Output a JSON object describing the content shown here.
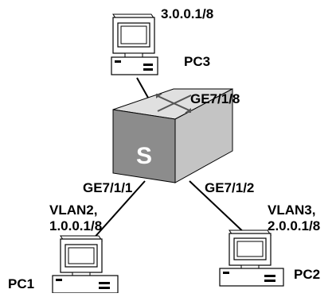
{
  "diagram": {
    "pc3": {
      "name": "PC3",
      "ip": "3.0.0.1/8"
    },
    "pc1": {
      "name": "PC1",
      "vlan": "VLAN2,",
      "ip": "1.0.0.1/8"
    },
    "pc2": {
      "name": "PC2",
      "vlan": "VLAN3,",
      "ip": "2.0.0.1/8"
    },
    "switch": {
      "label": "S",
      "icon": "switch-icon"
    },
    "ports": {
      "to_pc3": "GE7/1/8",
      "to_pc1": "GE7/1/1",
      "to_pc2": "GE7/1/2"
    },
    "colors": {
      "switch_top": "#d9d9d9",
      "switch_front": "#8c8c8c",
      "switch_side": "#bdbdbd",
      "line": "#000000"
    }
  }
}
